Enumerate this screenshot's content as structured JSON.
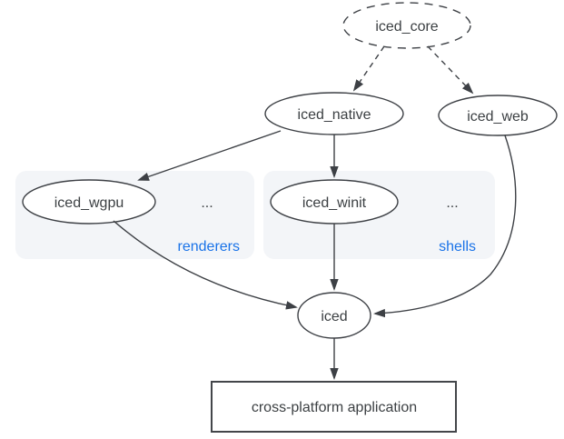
{
  "diagram": {
    "nodes": {
      "iced_core": {
        "label": "iced_core",
        "shape": "ellipse",
        "border": "dashed"
      },
      "iced_native": {
        "label": "iced_native",
        "shape": "ellipse",
        "border": "solid"
      },
      "iced_web": {
        "label": "iced_web",
        "shape": "ellipse",
        "border": "solid"
      },
      "iced_wgpu": {
        "label": "iced_wgpu",
        "shape": "ellipse",
        "border": "solid",
        "group": "renderers"
      },
      "iced_winit": {
        "label": "iced_winit",
        "shape": "ellipse",
        "border": "solid",
        "group": "shells"
      },
      "iced": {
        "label": "iced",
        "shape": "ellipse",
        "border": "solid"
      },
      "application": {
        "label": "cross-platform application",
        "shape": "rect",
        "border": "solid"
      }
    },
    "groups": {
      "renderers": {
        "label": "renderers",
        "ellipsis": "..."
      },
      "shells": {
        "label": "shells",
        "ellipsis": "..."
      }
    },
    "edges": [
      {
        "from": "iced_core",
        "to": "iced_native",
        "style": "dashed"
      },
      {
        "from": "iced_core",
        "to": "iced_web",
        "style": "dashed"
      },
      {
        "from": "iced_native",
        "to": "iced_wgpu",
        "style": "solid"
      },
      {
        "from": "iced_native",
        "to": "iced_winit",
        "style": "solid"
      },
      {
        "from": "iced_wgpu",
        "to": "iced",
        "style": "solid"
      },
      {
        "from": "iced_winit",
        "to": "iced",
        "style": "solid"
      },
      {
        "from": "iced_web",
        "to": "iced",
        "style": "solid"
      },
      {
        "from": "iced",
        "to": "application",
        "style": "solid"
      }
    ],
    "colors": {
      "background": "#ffffff",
      "node_fill": "#ffffff",
      "stroke": "#3d4045",
      "text": "#3c4043",
      "group_fill": "#f3f5f8",
      "group_label": "#1a73e8"
    }
  }
}
